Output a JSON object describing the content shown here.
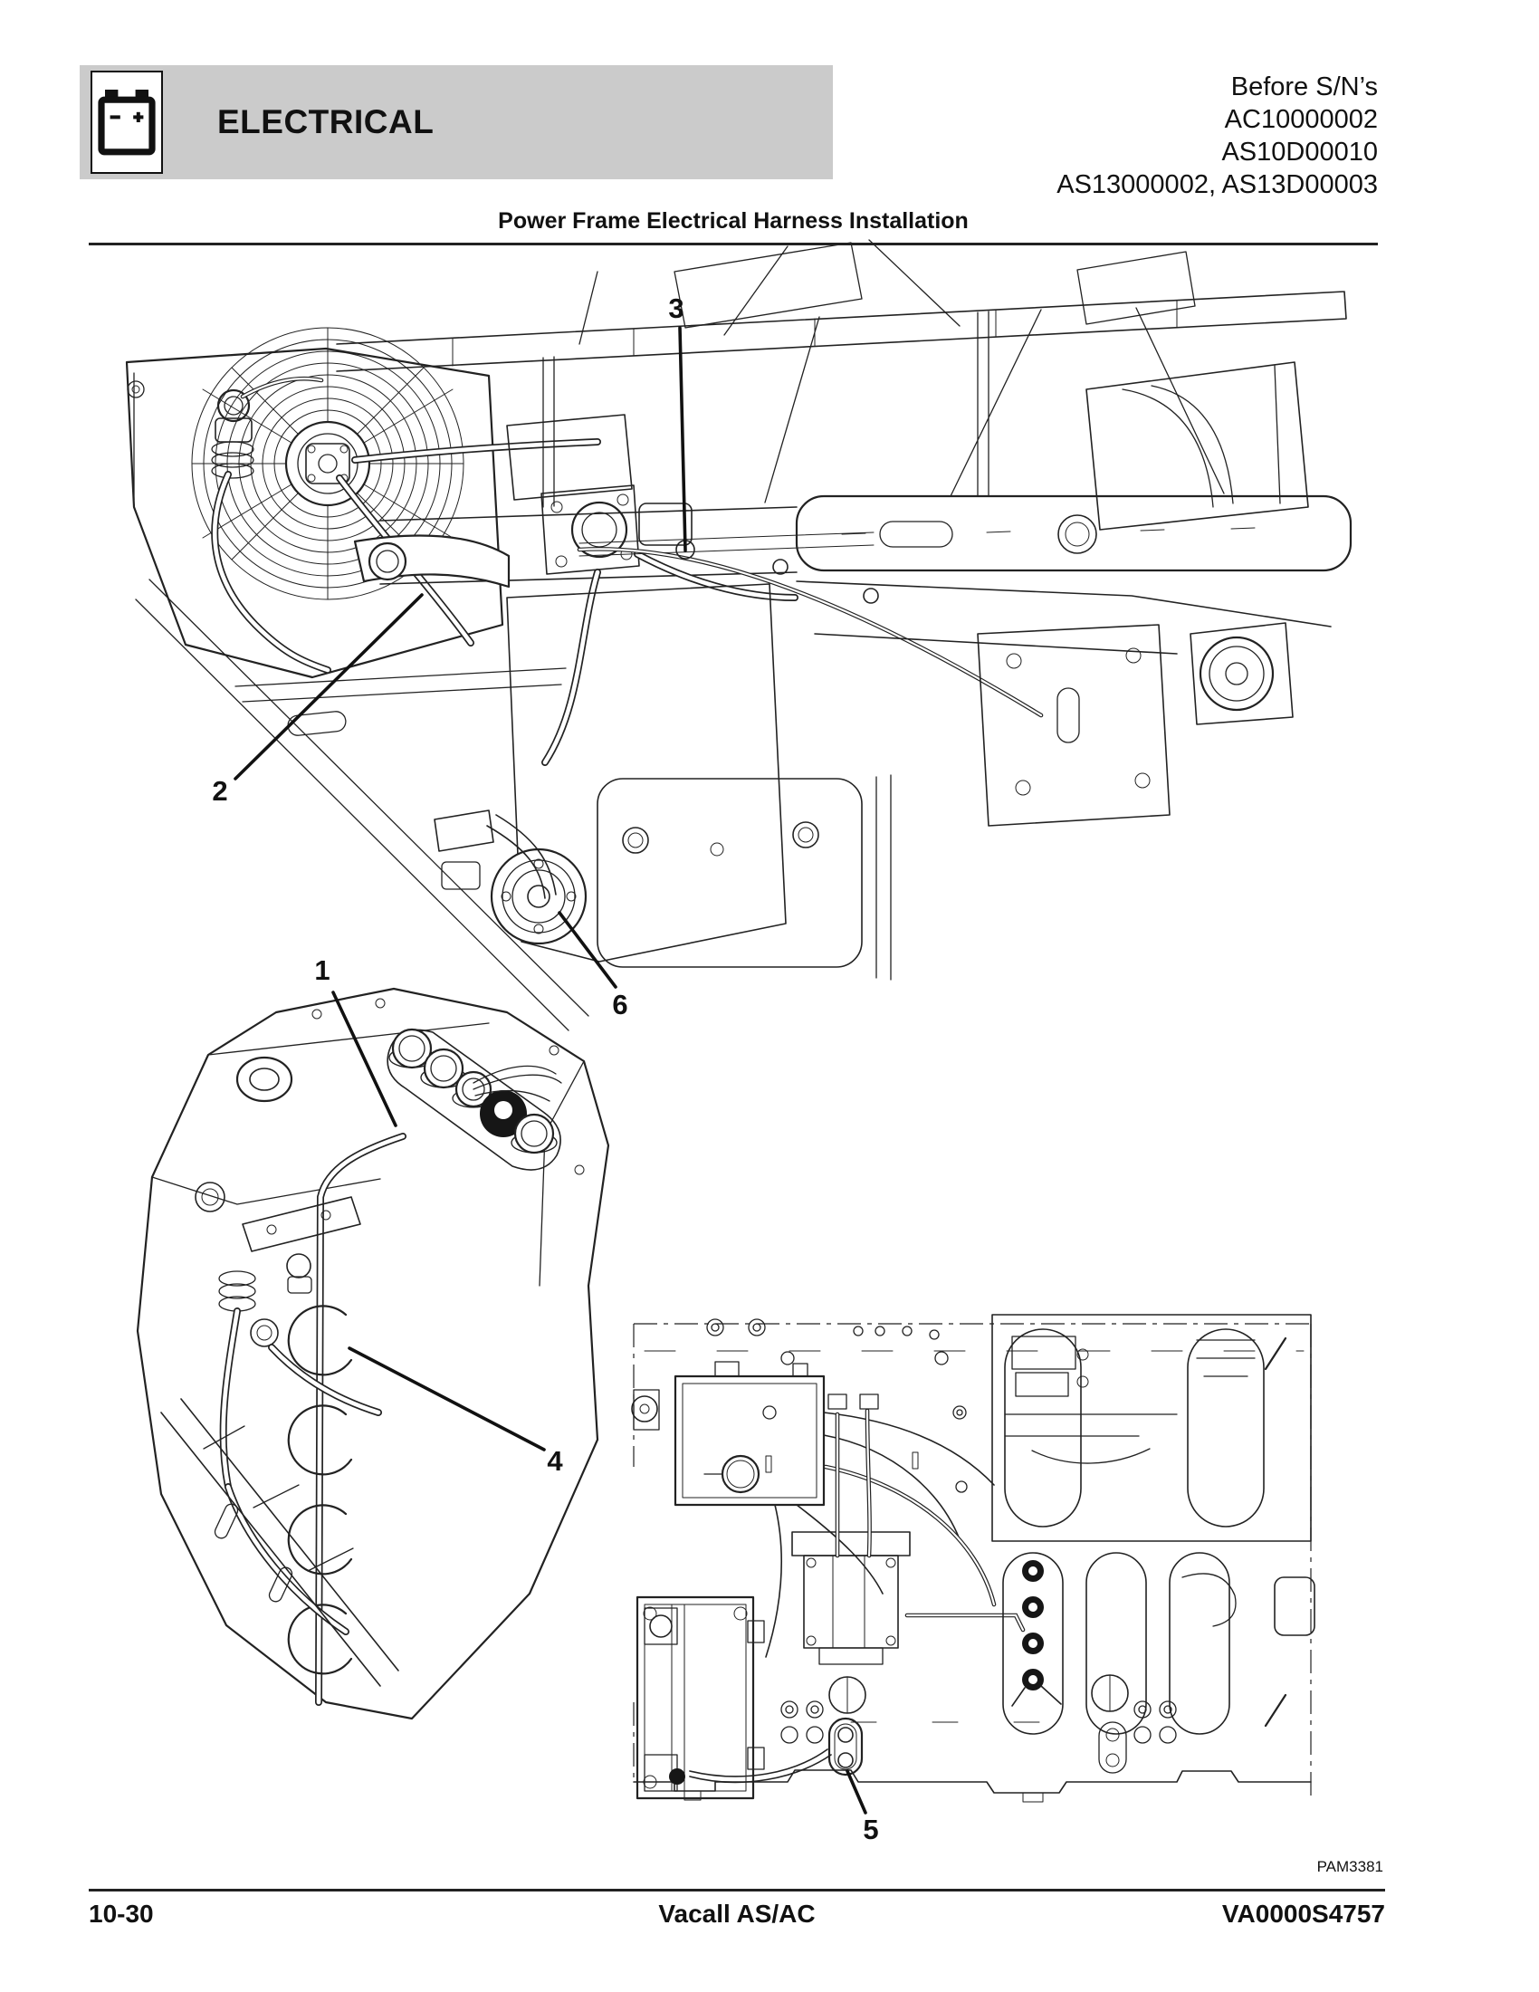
{
  "header": {
    "section_label": "ELECTRICAL",
    "icon": "battery-icon",
    "serial_note_lines": [
      "Before S/N’s",
      "AC10000002",
      "AS10D00010",
      "AS13000002, AS13D00003"
    ],
    "title": "Power Frame Electrical Harness Installation"
  },
  "figure": {
    "description": "Power frame electrical harness installation line drawing",
    "callouts": [
      {
        "label": "1"
      },
      {
        "label": "2"
      },
      {
        "label": "3"
      },
      {
        "label": "4"
      },
      {
        "label": "5"
      },
      {
        "label": "6"
      }
    ],
    "figure_code": "PAM3381"
  },
  "footer": {
    "page_number": "10-30",
    "model": "Vacall AS/AC",
    "document_number": "VA0000S4757"
  },
  "colors": {
    "banner_gray": "#cbcbcb",
    "line": "#222222",
    "background": "#ffffff"
  }
}
